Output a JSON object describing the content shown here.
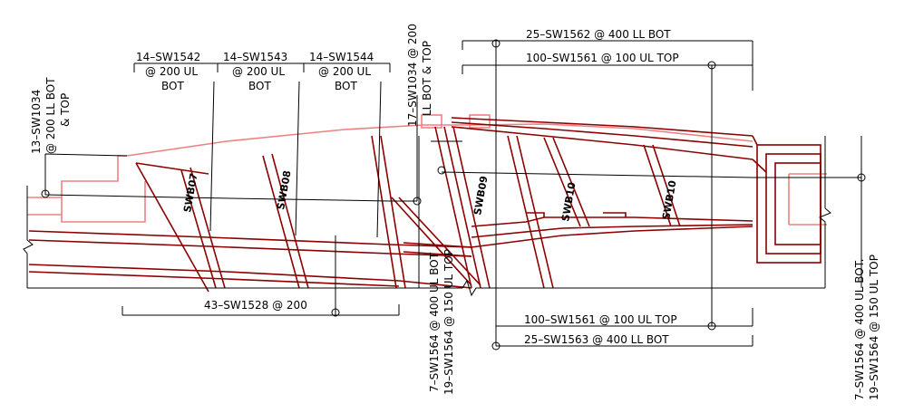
{
  "callouts": {
    "top_a": "14–SW1542",
    "top_b": "14–SW1543",
    "top_c": "14–SW1544",
    "at_200_ul": "@ 200 UL",
    "bot": "BOT",
    "left_v1": "13–SW1034",
    "left_v2": "@ 200 LL BOT",
    "left_v3": "& TOP",
    "mid_v1": "17–SW1034 @ 200",
    "mid_v2": "LL BOT & TOP",
    "right_top1": "25–SW1562 @ 400 LL BOT",
    "right_top2": "100–SW1561 @ 100 UL TOP",
    "bottom_left": "43–SW1528 @ 200",
    "bottom_right1": "100–SW1561 @ 100 UL TOP",
    "bottom_right2": "25–SW1563 @ 400 LL BOT",
    "mid_bot_v1": "7–SW1564 @ 400 UL BOT",
    "mid_bot_v2": "19–SW1564 @ 150 UL TOP",
    "right_v1": "7–SW1564 @ 400 UL BOT.",
    "right_v2": "19–SW1564 @ 150 UL TOP"
  },
  "beam_labels": {
    "swb07": "SWB07",
    "swb08": "SWB08",
    "swb09": "SWB09",
    "swb10a": "SWB10",
    "swb10b": "SWB10"
  },
  "colors": {
    "rebar_lines": "#000000",
    "beam_outline": "#8b0000",
    "existing_outline": "#f08080"
  }
}
